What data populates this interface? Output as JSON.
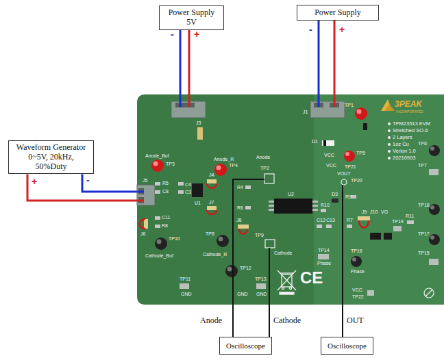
{
  "diagram": {
    "nodes": [
      {
        "text": [
          "Power Supply 5V"
        ]
      },
      {
        "text": [
          "Power Supply"
        ]
      },
      {
        "text": [
          "Waveform Generator",
          "0~5V, 20kHz, 50%Duty"
        ]
      },
      {
        "text": [
          "TPM23513 EVM",
          "Stretched SO-6",
          "2 Layers",
          "1oz Cu",
          "Verion 1.0",
          "20210903"
        ]
      },
      {
        "text": [
          "Oscilloscope"
        ]
      },
      {
        "text": [
          "Oscilloscope"
        ]
      }
    ],
    "edges": [
      {
        "from": 0,
        "to": 3,
        "arrow": "none",
        "label": "-"
      },
      {
        "from": 0,
        "to": 3,
        "arrow": "none",
        "label": "+"
      },
      {
        "from": 1,
        "to": 3,
        "arrow": "none",
        "label": "-"
      },
      {
        "from": 1,
        "to": 3,
        "arrow": "none",
        "label": "+"
      },
      {
        "from": 2,
        "to": 3,
        "arrow": "none",
        "label": "+"
      },
      {
        "from": 2,
        "to": 3,
        "arrow": "none",
        "label": "-"
      },
      {
        "from": 4,
        "to": 3,
        "arrow": "none",
        "label": "Anode"
      },
      {
        "from": 4,
        "to": 3,
        "arrow": "none",
        "label": "Cathode"
      },
      {
        "from": 5,
        "to": 3,
        "arrow": "none",
        "label": "OUT"
      }
    ],
    "labels": [
      "Anode_Buf",
      "TP3",
      "Anode_R",
      "TP4",
      "R5",
      "C8",
      "C4",
      "C3",
      "J4",
      "R4",
      "Anode",
      "TP2",
      "J5",
      "C11",
      "R8",
      "U1",
      "J7",
      "J6",
      "R6",
      "J8",
      "TP8",
      "Cathode_R",
      "TP9",
      "Cathode",
      "Cathode_Buf",
      "TP10",
      "TP11",
      "GND",
      "TP12",
      "GND",
      "TP13",
      "GND",
      "U2",
      "J3",
      "J1",
      "TP1",
      "D1",
      "VCC",
      "TP5",
      "VCC",
      "TP21",
      "VOUT",
      "TP20",
      "D3",
      "R9",
      "R10",
      "C12",
      "C13",
      "R7",
      "J9",
      "J10",
      "VG",
      "TP19",
      "R11",
      "TP14",
      "Phase",
      "TP16",
      "Phase",
      "VCC",
      "TP22",
      "TP6",
      "TP7",
      "TP18",
      "TP17",
      "TP15",
      "3PEAK",
      "INCORPORATED",
      "CE"
    ]
  }
}
